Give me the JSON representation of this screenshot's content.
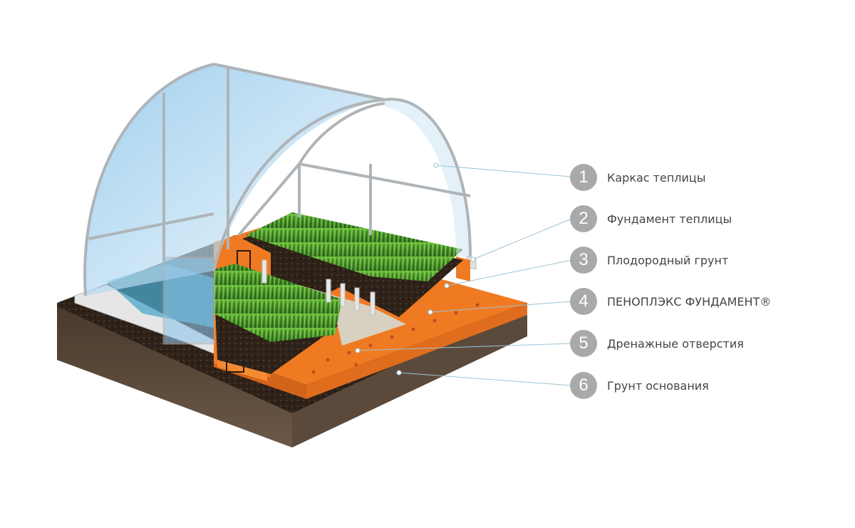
{
  "legend": {
    "items": [
      {
        "number": "1",
        "label": "Каркас теплицы"
      },
      {
        "number": "2",
        "label": "Фундамент теплицы"
      },
      {
        "number": "3",
        "label": "Плодородный грунт"
      },
      {
        "number": "4",
        "label": "ПЕНОПЛЭКС ФУНДАМЕНТ®"
      },
      {
        "number": "5",
        "label": "Дренажные отверстия"
      },
      {
        "number": "6",
        "label": "Грунт основания"
      }
    ]
  },
  "colors": {
    "badge": "#a9a9a9",
    "label_text": "#444444",
    "leader_line": "#9cc4d8",
    "foam_orange": "#f07a22",
    "soil_dark": "#2e2219",
    "grass_green": "#3d8a2a",
    "polycarbonate": "#bcdff2"
  }
}
